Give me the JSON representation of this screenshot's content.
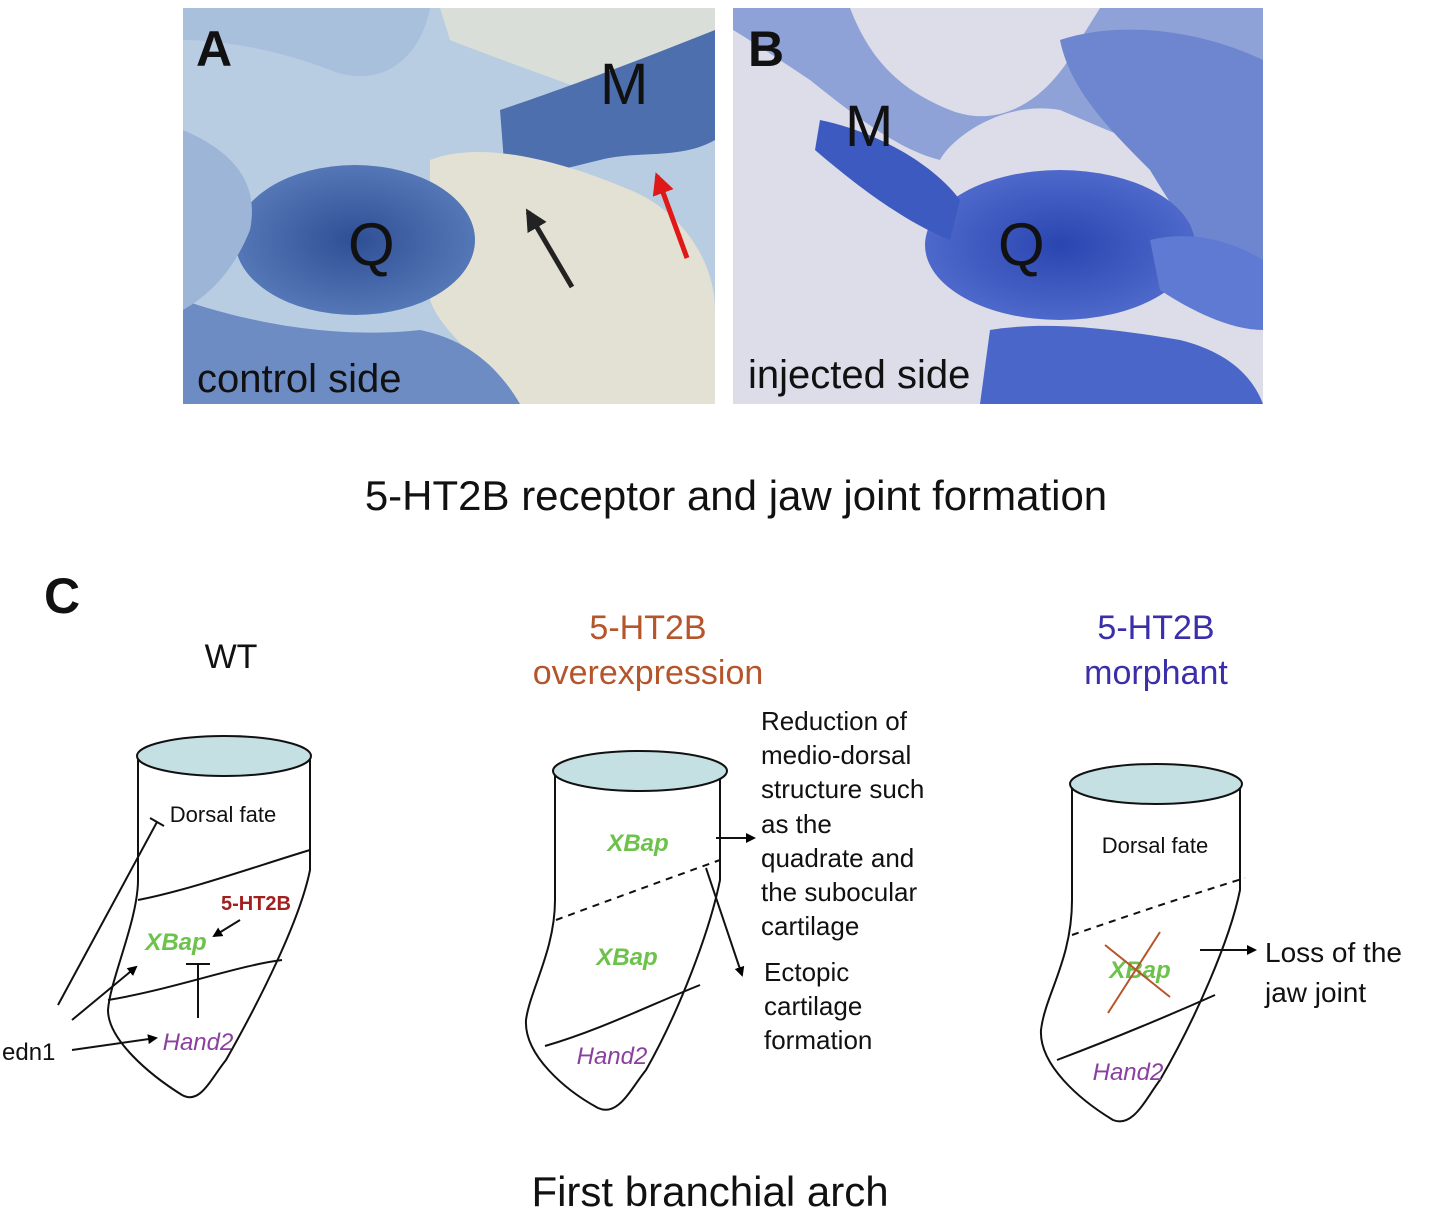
{
  "panel_a": {
    "letter": "A",
    "label_q": "Q",
    "label_m": "M",
    "caption": "control side"
  },
  "panel_b": {
    "letter": "B",
    "label_m": "M",
    "label_q": "Q",
    "caption": "injected side"
  },
  "title_top": "5-HT2B receptor and jaw joint formation",
  "panel_c": {
    "letter": "C",
    "wt": {
      "title": "WT",
      "dorsal": "Dorsal fate",
      "receptor": "5-HT2B",
      "xbap": "XBap",
      "hand2": "Hand2",
      "edn1": "edn1"
    },
    "over": {
      "title_line1": "5-HT2B",
      "title_line2": "overexpression",
      "xbap_upper": "XBap",
      "xbap_lower": "XBap",
      "hand2": "Hand2",
      "effect1": [
        "Reduction of",
        "medio-dorsal",
        "structure such",
        "as the",
        "quadrate and",
        "the subocular",
        "cartilage"
      ],
      "effect2": [
        "Ectopic",
        "cartilage",
        "formation"
      ]
    },
    "morph": {
      "title_line1": "5-HT2B",
      "title_line2": "morphant",
      "dorsal": "Dorsal fate",
      "xbap": "XBap",
      "hand2": "Hand2",
      "effect": [
        "Loss of the",
        "jaw joint"
      ]
    }
  },
  "title_bottom": "First branchial arch",
  "colors": {
    "overexpression": "#b5552b",
    "morphant": "#3a2fa8",
    "xbap": "#6cc24a",
    "hand2": "#8b3fa0",
    "receptor": "#a01f1f",
    "disc": "#c4e0e3"
  }
}
